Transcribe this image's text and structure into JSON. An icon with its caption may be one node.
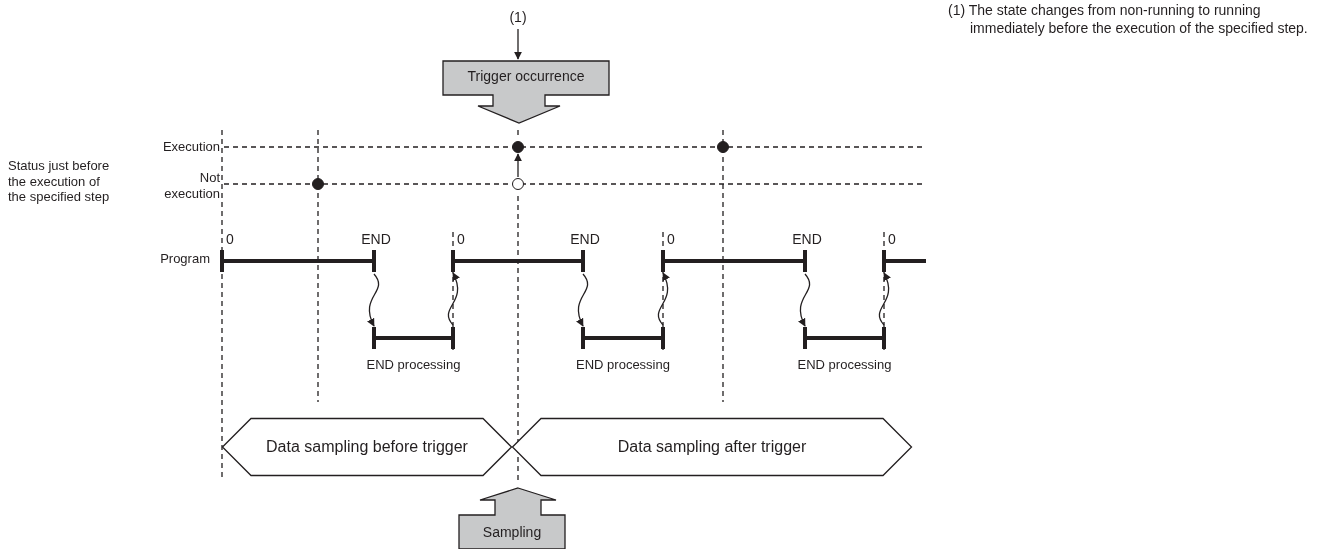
{
  "diagram": {
    "nodes": [
      {
        "text": [
          "(1)"
        ]
      },
      {
        "text": [
          "Trigger occurrence"
        ]
      },
      {
        "text": [],
        "shape": "circle"
      },
      {
        "text": [],
        "shape": "circle"
      },
      {
        "text": [],
        "shape": "circle"
      },
      {
        "text": [],
        "shape": "circle"
      },
      {
        "text": [],
        "shape": "bar",
        "beside": [
          "0",
          "END"
        ]
      },
      {
        "text": [],
        "shape": "bar",
        "beside": [
          "0",
          "END"
        ]
      },
      {
        "text": [],
        "shape": "bar",
        "beside": [
          "0",
          "END"
        ]
      },
      {
        "text": [],
        "shape": "bar",
        "beside": [
          "0"
        ]
      },
      {
        "text": [],
        "shape": "bar",
        "beside": [
          "END processing"
        ]
      },
      {
        "text": [],
        "shape": "bar",
        "beside": [
          "END processing"
        ]
      },
      {
        "text": [],
        "shape": "bar",
        "beside": [
          "END processing"
        ]
      },
      {
        "text": [
          "Data sampling before trigger"
        ]
      },
      {
        "text": [
          "Data sampling after trigger"
        ]
      },
      {
        "text": [
          "Sampling"
        ]
      }
    ],
    "edges": [
      {
        "from": 0,
        "to": 1,
        "arrow": "to"
      },
      {
        "from": 5,
        "to": 2,
        "arrow": "to"
      },
      {
        "from": 6,
        "to": 10,
        "arrow": "to"
      },
      {
        "from": 10,
        "to": 7,
        "arrow": "to"
      },
      {
        "from": 7,
        "to": 11,
        "arrow": "to"
      },
      {
        "from": 11,
        "to": 8,
        "arrow": "to"
      },
      {
        "from": 8,
        "to": 12,
        "arrow": "to"
      },
      {
        "from": 12,
        "to": 9,
        "arrow": "to"
      }
    ],
    "labels": [
      "(1) The state changes from non-running to running immediately before the execution of the specified step.",
      "Status just before the execution of the specified step",
      "Execution",
      "Not execution",
      "Program"
    ]
  }
}
